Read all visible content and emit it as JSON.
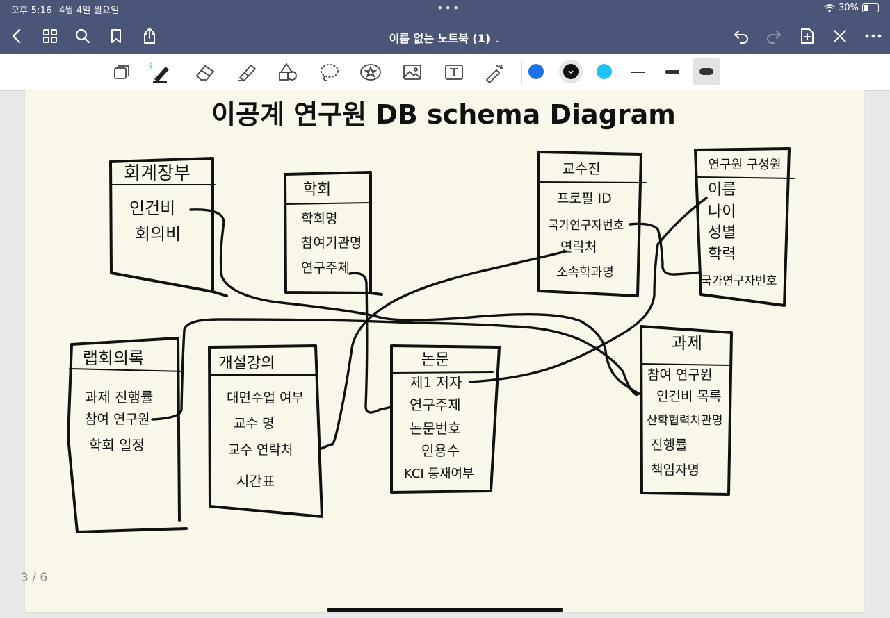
{
  "status": {
    "time": "오후 5:16",
    "date": "4월 4일 월요일",
    "battery": "30%"
  },
  "nav": {
    "title": "이름 없는 노트북 (1)",
    "caret": "⌄"
  },
  "toolbar": {
    "tools": [
      "page-view",
      "pen",
      "eraser",
      "highlighter",
      "shapes",
      "lasso",
      "sticker",
      "image",
      "text",
      "laser"
    ],
    "colors": [
      "#1a73e8",
      "#111111",
      "#1ec5f2"
    ],
    "stroke_widths": [
      "thin",
      "medium",
      "thick"
    ]
  },
  "diagram": {
    "title": "이공계 연구원 DB schema Diagram",
    "tables": [
      {
        "name": "회계장부",
        "fields": [
          "인건비",
          "회의비"
        ]
      },
      {
        "name": "학회",
        "fields": [
          "학회명",
          "참여기관명",
          "연구주제"
        ]
      },
      {
        "name": "교수진",
        "fields": [
          "프로필 ID",
          "국가연구자번호",
          "연락처",
          "소속학과명"
        ]
      },
      {
        "name": "연구원 구성원",
        "fields": [
          "이름",
          "나이",
          "성별",
          "학력",
          "국가연구자번호"
        ]
      },
      {
        "name": "랩회의록",
        "fields": [
          "과제 진행률",
          "참여 연구원",
          "학회 일정"
        ]
      },
      {
        "name": "개설강의",
        "fields": [
          "대면수업 여부",
          "교수 명",
          "교수 연락처",
          "시간표"
        ]
      },
      {
        "name": "논문",
        "fields": [
          "제1 저자",
          "연구주제",
          "논문번호",
          "인용수",
          "KCI 등재여부"
        ]
      },
      {
        "name": "과제",
        "fields": [
          "참여 연구원",
          "인건비 목록",
          "산학협력처관명",
          "진행률",
          "책임자명"
        ]
      }
    ]
  },
  "footer": {
    "page_indicator": "3 / 6"
  }
}
